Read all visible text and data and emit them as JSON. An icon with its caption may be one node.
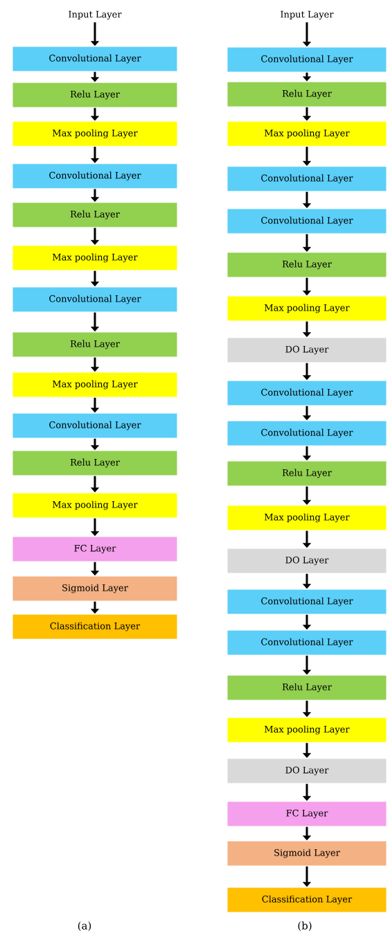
{
  "diagram": {
    "nodes": [
      {
        "text": [
          "Input Layer"
        ]
      },
      {
        "text": [
          "Convolutional Layer"
        ]
      },
      {
        "text": [
          "Relu Layer"
        ]
      },
      {
        "text": [
          "Max pooling  Layer"
        ]
      },
      {
        "text": [
          "Convolutional Layer"
        ]
      },
      {
        "text": [
          "Relu Layer"
        ]
      },
      {
        "text": [
          "Max pooling  Layer"
        ]
      },
      {
        "text": [
          "Convolutional Layer"
        ]
      },
      {
        "text": [
          "Relu Layer"
        ]
      },
      {
        "text": [
          "Max pooling  Layer"
        ]
      },
      {
        "text": [
          "Convolutional Layer"
        ]
      },
      {
        "text": [
          "Relu Layer"
        ]
      },
      {
        "text": [
          "Max pooling  Layer"
        ]
      },
      {
        "text": [
          "FC Layer"
        ]
      },
      {
        "text": [
          "Sigmoid  Layer"
        ]
      },
      {
        "text": [
          "Classification Layer"
        ]
      },
      {
        "text": [
          "Input Layer"
        ]
      },
      {
        "text": [
          "Convolutional Layer"
        ]
      },
      {
        "text": [
          "Relu  Layer"
        ]
      },
      {
        "text": [
          "Max pooling  Layer"
        ]
      },
      {
        "text": [
          "Convolutional Layer"
        ]
      },
      {
        "text": [
          "Convolutional Layer"
        ]
      },
      {
        "text": [
          "Relu Layer"
        ]
      },
      {
        "text": [
          "Max pooling  Layer"
        ]
      },
      {
        "text": [
          "DO Layer"
        ]
      },
      {
        "text": [
          "Convolutional Layer"
        ]
      },
      {
        "text": [
          "Convolutional Layer"
        ]
      },
      {
        "text": [
          "Relu Layer"
        ]
      },
      {
        "text": [
          "Max pooling  Layer"
        ]
      },
      {
        "text": [
          "DO Layer"
        ]
      },
      {
        "text": [
          "Convolutional Layer"
        ]
      },
      {
        "text": [
          "Convolutional Layer"
        ]
      },
      {
        "text": [
          "Relu Layer"
        ]
      },
      {
        "text": [
          "Max pooling  Layer"
        ]
      },
      {
        "text": [
          "DO Layer"
        ]
      },
      {
        "text": [
          "FC Layer"
        ]
      },
      {
        "text": [
          "Sigmoid  Layer"
        ]
      },
      {
        "text": [
          "Classification Layer"
        ]
      }
    ],
    "edges": [
      {
        "from": 0,
        "to": 1,
        "arrow": "to"
      },
      {
        "from": 1,
        "to": 2,
        "arrow": "to"
      },
      {
        "from": 2,
        "to": 3,
        "arrow": "to"
      },
      {
        "from": 3,
        "to": 4,
        "arrow": "to"
      },
      {
        "from": 4,
        "to": 5,
        "arrow": "to"
      },
      {
        "from": 5,
        "to": 6,
        "arrow": "to"
      },
      {
        "from": 6,
        "to": 7,
        "arrow": "to"
      },
      {
        "from": 7,
        "to": 8,
        "arrow": "to"
      },
      {
        "from": 8,
        "to": 9,
        "arrow": "to"
      },
      {
        "from": 9,
        "to": 10,
        "arrow": "to"
      },
      {
        "from": 10,
        "to": 11,
        "arrow": "to"
      },
      {
        "from": 11,
        "to": 12,
        "arrow": "to"
      },
      {
        "from": 12,
        "to": 13,
        "arrow": "to"
      },
      {
        "from": 13,
        "to": 14,
        "arrow": "to"
      },
      {
        "from": 14,
        "to": 15,
        "arrow": "to"
      },
      {
        "from": 16,
        "to": 17,
        "arrow": "to"
      },
      {
        "from": 17,
        "to": 18,
        "arrow": "to"
      },
      {
        "from": 18,
        "to": 19,
        "arrow": "to"
      },
      {
        "from": 19,
        "to": 20,
        "arrow": "to"
      },
      {
        "from": 20,
        "to": 21,
        "arrow": "to"
      },
      {
        "from": 21,
        "to": 22,
        "arrow": "to"
      },
      {
        "from": 22,
        "to": 23,
        "arrow": "to"
      },
      {
        "from": 23,
        "to": 24,
        "arrow": "to"
      },
      {
        "from": 24,
        "to": 25,
        "arrow": "to"
      },
      {
        "from": 25,
        "to": 26,
        "arrow": "to"
      },
      {
        "from": 26,
        "to": 27,
        "arrow": "to"
      },
      {
        "from": 27,
        "to": 28,
        "arrow": "to"
      },
      {
        "from": 28,
        "to": 29,
        "arrow": "to"
      },
      {
        "from": 29,
        "to": 30,
        "arrow": "to"
      },
      {
        "from": 30,
        "to": 31,
        "arrow": "to"
      },
      {
        "from": 31,
        "to": 32,
        "arrow": "to"
      },
      {
        "from": 32,
        "to": 33,
        "arrow": "to"
      },
      {
        "from": 33,
        "to": 34,
        "arrow": "to"
      },
      {
        "from": 34,
        "to": 35,
        "arrow": "to"
      },
      {
        "from": 35,
        "to": 36,
        "arrow": "to"
      },
      {
        "from": 36,
        "to": 37,
        "arrow": "to"
      }
    ],
    "labels": [
      "(a)",
      "(b)"
    ]
  }
}
